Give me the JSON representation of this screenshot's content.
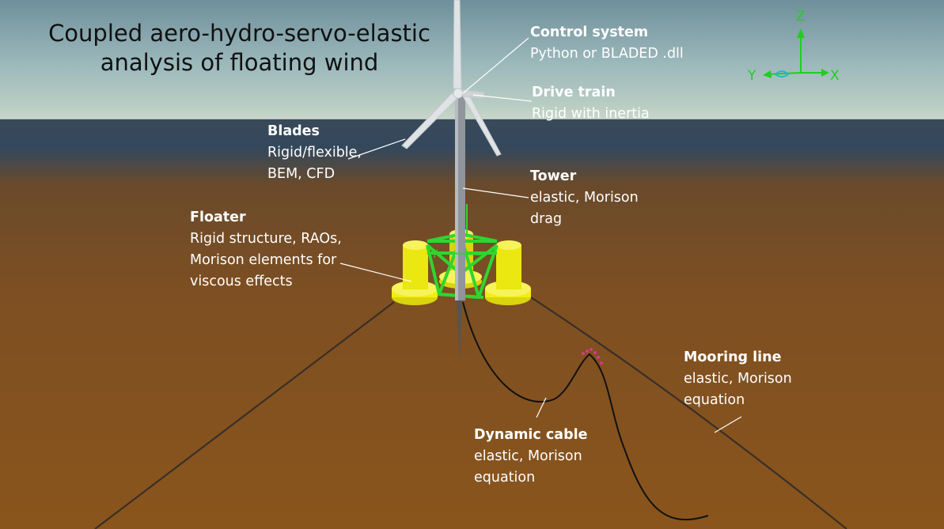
{
  "title": {
    "line1": "Coupled aero-hydro-servo-elastic",
    "line2": "analysis of floating wind"
  },
  "labels": {
    "control_system": {
      "heading": "Control system",
      "lines": [
        "Python or BLADED .dll"
      ]
    },
    "drive_train": {
      "heading": "Drive train",
      "lines": [
        "Rigid with inertia"
      ]
    },
    "blades": {
      "heading": "Blades",
      "lines": [
        "Rigid/flexible,",
        "BEM, CFD"
      ]
    },
    "tower": {
      "heading": "Tower",
      "lines": [
        "elastic, Morison",
        "drag"
      ]
    },
    "floater": {
      "heading": "Floater",
      "lines": [
        "Rigid structure, RAOs,",
        "Morison elements for",
        "viscous effects"
      ]
    },
    "mooring_line": {
      "heading": "Mooring line",
      "lines": [
        "elastic, Morison",
        "equation"
      ]
    },
    "dynamic_cable": {
      "heading": "Dynamic cable",
      "lines": [
        "elastic, Morison",
        "equation"
      ]
    }
  },
  "axes": {
    "z": "Z",
    "y": "Y",
    "x": "X",
    "local_y": "Y"
  },
  "colors": {
    "text": "#ffffff",
    "title_text": "#111111",
    "floater": "#f2ee12",
    "truss": "#2fd62f",
    "axis": "#22cc22",
    "mooring": "#3a2f28",
    "cable": "#111111",
    "buoyancy_modules": "#d8388c"
  }
}
